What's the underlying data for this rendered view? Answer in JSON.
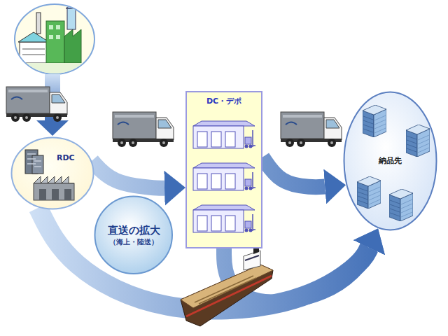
{
  "diagram": {
    "nodes": [
      {
        "text": [
          "RDC"
        ]
      },
      {
        "text": [
          "DC・デポ"
        ]
      },
      {
        "text": [
          "納品先"
        ]
      },
      {
        "text": [
          "直送の拡大",
          "（海上・陸送）"
        ]
      }
    ],
    "edges": [
      {
        "from": 0,
        "to": 1,
        "arrow": "to"
      },
      {
        "from": 1,
        "to": 2,
        "arrow": "to"
      },
      {
        "from": 0,
        "to": 2,
        "arrow": "to"
      },
      {
        "from": 1,
        "to": 2,
        "arrow": "to"
      }
    ]
  }
}
